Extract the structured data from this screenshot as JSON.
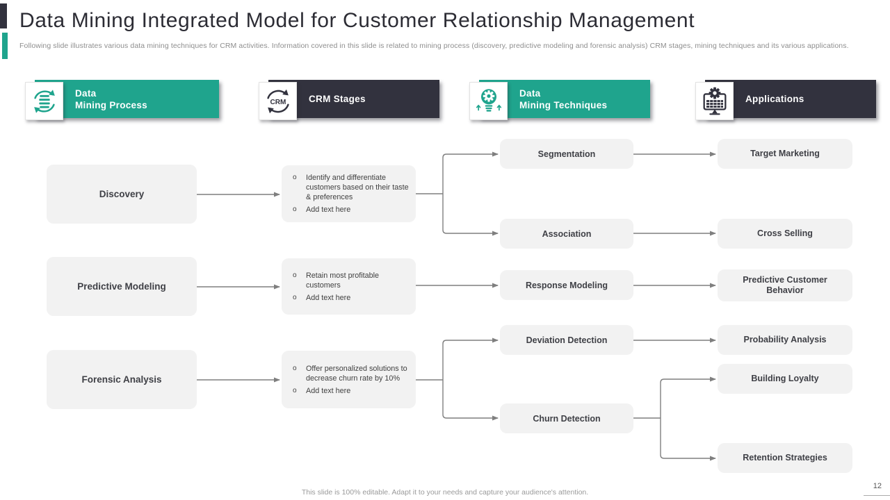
{
  "slide": {
    "title": "Data Mining Integrated Model for Customer Relationship Management",
    "subtitle": "Following slide illustrates various data mining techniques for CRM activities. Information covered in this slide is related to mining process (discovery, predictive modeling and forensic analysis) CRM stages, mining techniques and its various applications.",
    "footer": "This slide is 100% editable. Adapt it to your needs and capture your audience's attention.",
    "page_number": "12"
  },
  "colors": {
    "teal": "#1FA48D",
    "dark": "#32323E",
    "box_background": "#F2F2F2",
    "arrow": "#7F7F7F"
  },
  "bullet_glyph": "o",
  "headers": [
    {
      "id": "data-mining-process",
      "style": "teal",
      "icon": "sync-list-icon",
      "lines": [
        "Data",
        "Mining Process"
      ]
    },
    {
      "id": "crm-stages",
      "style": "dark",
      "icon": "crm-cycle-icon",
      "lines": [
        "CRM Stages"
      ]
    },
    {
      "id": "data-mining-techniques",
      "style": "teal",
      "icon": "bulb-gear-icon",
      "lines": [
        "Data",
        "Mining Techniques"
      ]
    },
    {
      "id": "applications",
      "style": "dark",
      "icon": "monitor-gear-icon",
      "lines": [
        "Applications"
      ]
    }
  ],
  "crm_icon_label": "CRM",
  "process_rows": [
    {
      "stage": "Discovery",
      "bullets": [
        "Identify and differentiate customers based on their taste & preferences",
        "Add text here"
      ]
    },
    {
      "stage": "Predictive Modeling",
      "bullets": [
        "Retain most profitable customers",
        "Add text here"
      ]
    },
    {
      "stage": "Forensic Analysis",
      "bullets": [
        "Offer personalized solutions to decrease churn rate by 10%",
        "Add text here"
      ]
    }
  ],
  "techniques": [
    "Segmentation",
    "Association",
    "Response Modeling",
    "Deviation Detection",
    "Churn Detection"
  ],
  "applications": [
    "Target Marketing",
    "Cross Selling",
    "Predictive Customer Behavior",
    "Probability Analysis",
    "Building Loyalty",
    "Retention Strategies"
  ]
}
